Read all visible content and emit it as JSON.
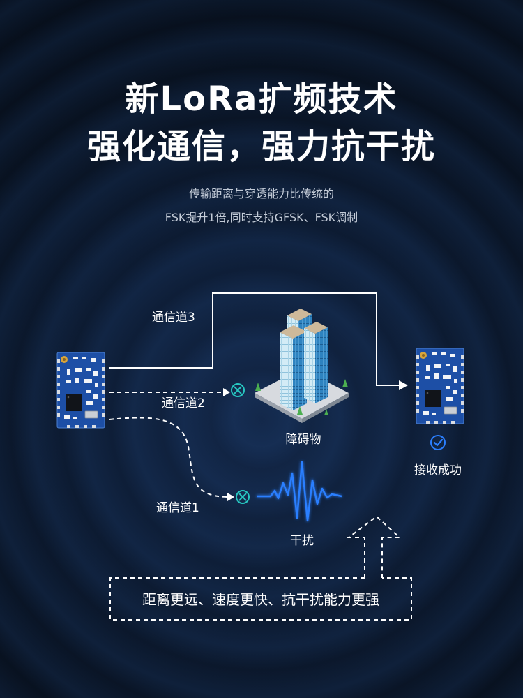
{
  "title": {
    "line1": "新LoRa扩频技术",
    "line2": "强化通信，强力抗干扰"
  },
  "subtitle": {
    "line1": "传输距离与穿透能力比传统的",
    "line2": "FSK提升1倍,同时支持GFSK、FSK调制"
  },
  "diagram": {
    "channel_3": "通信道3",
    "channel_2": "通信道2",
    "channel_1": "通信道1",
    "obstacle": "障碍物",
    "interference": "干扰",
    "received": "接收成功"
  },
  "benefits": "距离更远、速度更快、抗干扰能力更强",
  "icons": {
    "transmitter": "lora-module-icon",
    "receiver": "lora-module-icon",
    "obstacle": "building-icon",
    "interference": "signal-wave-icon",
    "blocked": "blocked-x-icon",
    "success": "check-circle-icon",
    "upgrade_arrow": "up-arrow-icon"
  },
  "colors": {
    "background": "#0a1424",
    "ring": "#1e3a66",
    "text": "#ffffff",
    "subtitle": "#c4ccd8",
    "signal_line": "#ffffff",
    "blocked": "#27c6c0",
    "accent": "#2b7fff",
    "module": "#1d4fa6"
  }
}
